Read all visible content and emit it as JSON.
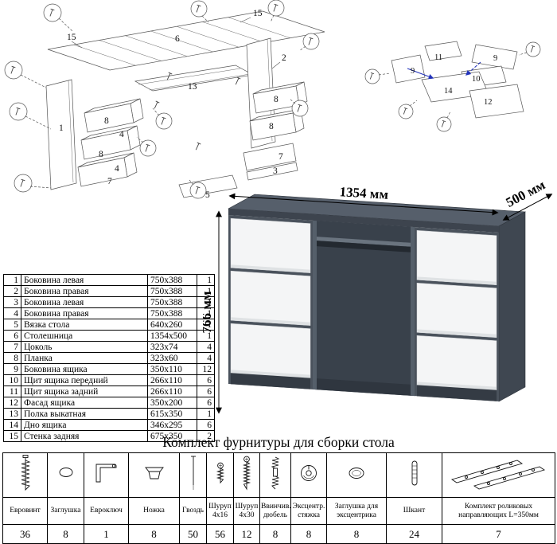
{
  "parts_table": {
    "rows": [
      [
        "1",
        "Боковина левая",
        "750x388",
        "1"
      ],
      [
        "2",
        "Боковина правая",
        "750x388",
        "1"
      ],
      [
        "3",
        "Боковина левая",
        "750x388",
        "1"
      ],
      [
        "4",
        "Боковина правая",
        "750x388",
        "1"
      ],
      [
        "5",
        "Вязка стола",
        "640x260",
        "1"
      ],
      [
        "6",
        "Столешница",
        "1354x500",
        "1"
      ],
      [
        "7",
        "Цоколь",
        "323x74",
        "4"
      ],
      [
        "8",
        "Планка",
        "323x60",
        "4"
      ],
      [
        "9",
        "Боковина ящика",
        "350x110",
        "12"
      ],
      [
        "10",
        "Щит ящика передний",
        "266x110",
        "6"
      ],
      [
        "11",
        "Щит ящика задний",
        "266x110",
        "6"
      ],
      [
        "12",
        "Фасад ящика",
        "350x200",
        "6"
      ],
      [
        "13",
        "Полка выкатная",
        "615x350",
        "1"
      ],
      [
        "14",
        "Дно ящика",
        "346x295",
        "6"
      ],
      [
        "15",
        "Стенка задняя",
        "675x350",
        "2"
      ]
    ]
  },
  "desk": {
    "width_label": "1354 мм",
    "depth_label": "500 мм",
    "height_label": "766 мм",
    "colors": {
      "body": "#4a525c",
      "top": "#565f6b",
      "side": "#3f4751",
      "drawer": "#f4f5f6",
      "interior": "#2f363f"
    }
  },
  "diagram": {
    "main_labels": [
      "15",
      "15",
      "6",
      "2",
      "13",
      "8",
      "4",
      "8",
      "4",
      "7",
      "1",
      "8",
      "8",
      "3",
      "7",
      "5"
    ],
    "drawer_labels": [
      "11",
      "9",
      "9",
      "10",
      "14",
      "12"
    ]
  },
  "hardware": {
    "title": "Комплект фурнитуры для сборки стола",
    "items": [
      {
        "icon": "euro-screw-icon",
        "name": "Евровинт",
        "qty": "36"
      },
      {
        "icon": "plug-icon",
        "name": "Заглушка",
        "qty": "8"
      },
      {
        "icon": "euro-key-icon",
        "name": "Евроключ",
        "qty": "1"
      },
      {
        "icon": "leg-icon",
        "name": "Ножка",
        "qty": "8"
      },
      {
        "icon": "nail-icon",
        "name": "Гвоздь",
        "qty": "50"
      },
      {
        "icon": "screw-4x16-icon",
        "name": "Шуруп 4х16",
        "qty": "56"
      },
      {
        "icon": "screw-4x30-icon",
        "name": "Шуруп 4х30",
        "qty": "12"
      },
      {
        "icon": "screw-in-dowel-icon",
        "name": "Ввинчив. дюбель",
        "qty": "8"
      },
      {
        "icon": "cam-lock-icon",
        "name": "Эксцентр. стяжка",
        "qty": "8"
      },
      {
        "icon": "cam-cover-icon",
        "name": "Заглушка для эксцентрика",
        "qty": "8"
      },
      {
        "icon": "dowel-icon",
        "name": "Шкант",
        "qty": "24"
      },
      {
        "icon": "roller-slides-icon",
        "name": "Комплект роликовых направляющих L=350мм",
        "qty": "7"
      }
    ]
  }
}
